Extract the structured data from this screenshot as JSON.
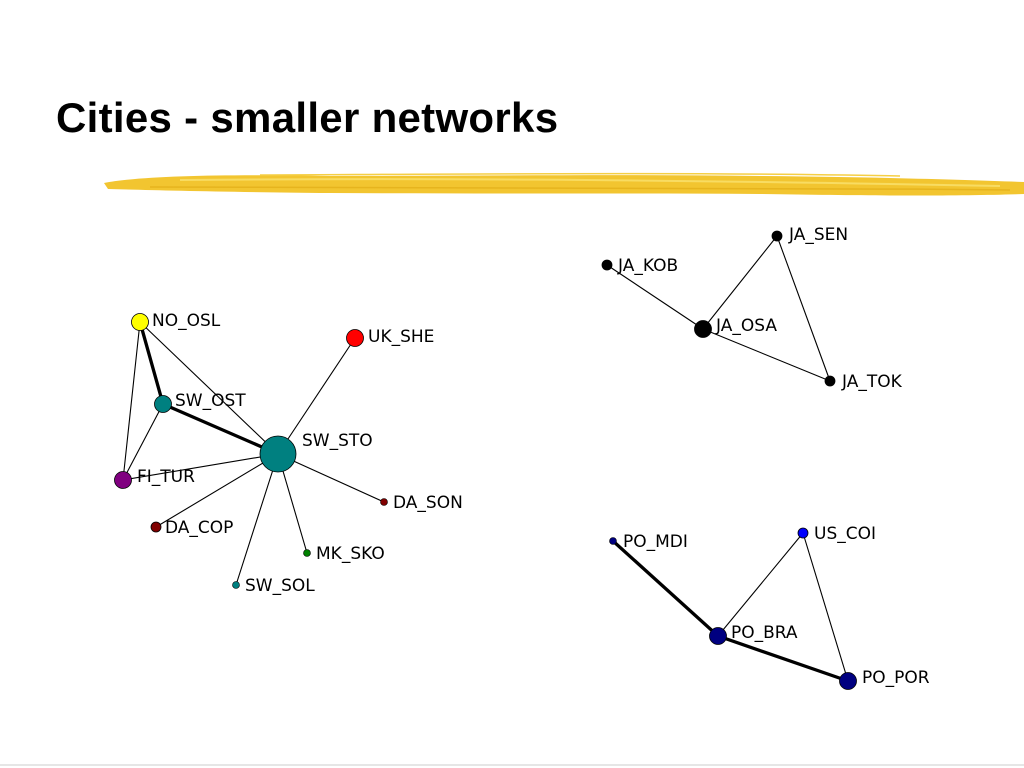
{
  "slide": {
    "title": "Cities - smaller networks",
    "accent_color": "#f2c530"
  },
  "graph": {
    "nodes": [
      {
        "id": "NO_OSL",
        "label": "NO_OSL",
        "color": "#ffff00",
        "size": "medium"
      },
      {
        "id": "SW_OST",
        "label": "SW_OST",
        "color": "#008080",
        "size": "medium"
      },
      {
        "id": "FI_TUR",
        "label": "FI_TUR",
        "color": "#800080",
        "size": "medium"
      },
      {
        "id": "SW_STO",
        "label": "SW_STO",
        "color": "#008080",
        "size": "large"
      },
      {
        "id": "UK_SHE",
        "label": "UK_SHE",
        "color": "#ff0000",
        "size": "medium"
      },
      {
        "id": "DA_SON",
        "label": "DA_SON",
        "color": "#800000",
        "size": "tiny"
      },
      {
        "id": "DA_COP",
        "label": "DA_COP",
        "color": "#800000",
        "size": "small"
      },
      {
        "id": "MK_SKO",
        "label": "MK_SKO",
        "color": "#008000",
        "size": "tiny"
      },
      {
        "id": "SW_SOL",
        "label": "SW_SOL",
        "color": "#008080",
        "size": "tiny"
      },
      {
        "id": "JA_SEN",
        "label": "JA_SEN",
        "color": "#000000",
        "size": "small"
      },
      {
        "id": "JA_KOB",
        "label": "JA_KOB",
        "color": "#000000",
        "size": "small"
      },
      {
        "id": "JA_OSA",
        "label": "JA_OSA",
        "color": "#000000",
        "size": "medium"
      },
      {
        "id": "JA_TOK",
        "label": "JA_TOK",
        "color": "#000000",
        "size": "small"
      },
      {
        "id": "US_COI",
        "label": "US_COI",
        "color": "#0000ff",
        "size": "small"
      },
      {
        "id": "PO_MDI",
        "label": "PO_MDI",
        "color": "#000080",
        "size": "tiny"
      },
      {
        "id": "PO_BRA",
        "label": "PO_BRA",
        "color": "#000080",
        "size": "medium"
      },
      {
        "id": "PO_POR",
        "label": "PO_POR",
        "color": "#000080",
        "size": "medium"
      }
    ],
    "edges": [
      {
        "source": "NO_OSL",
        "target": "SW_OST",
        "weight": "heavy"
      },
      {
        "source": "NO_OSL",
        "target": "FI_TUR",
        "weight": "light"
      },
      {
        "source": "NO_OSL",
        "target": "SW_STO",
        "weight": "light"
      },
      {
        "source": "SW_OST",
        "target": "SW_STO",
        "weight": "heavy"
      },
      {
        "source": "SW_OST",
        "target": "FI_TUR",
        "weight": "light"
      },
      {
        "source": "FI_TUR",
        "target": "SW_STO",
        "weight": "light"
      },
      {
        "source": "UK_SHE",
        "target": "SW_STO",
        "weight": "light"
      },
      {
        "source": "DA_SON",
        "target": "SW_STO",
        "weight": "light"
      },
      {
        "source": "DA_COP",
        "target": "SW_STO",
        "weight": "light"
      },
      {
        "source": "MK_SKO",
        "target": "SW_STO",
        "weight": "light"
      },
      {
        "source": "SW_SOL",
        "target": "SW_STO",
        "weight": "light"
      },
      {
        "source": "JA_KOB",
        "target": "JA_OSA",
        "weight": "light"
      },
      {
        "source": "JA_SEN",
        "target": "JA_OSA",
        "weight": "light"
      },
      {
        "source": "JA_SEN",
        "target": "JA_TOK",
        "weight": "light"
      },
      {
        "source": "JA_OSA",
        "target": "JA_TOK",
        "weight": "light"
      },
      {
        "source": "PO_MDI",
        "target": "PO_BRA",
        "weight": "heavy"
      },
      {
        "source": "PO_BRA",
        "target": "US_COI",
        "weight": "light"
      },
      {
        "source": "PO_BRA",
        "target": "PO_POR",
        "weight": "heavy"
      },
      {
        "source": "US_COI",
        "target": "PO_POR",
        "weight": "light"
      }
    ]
  }
}
